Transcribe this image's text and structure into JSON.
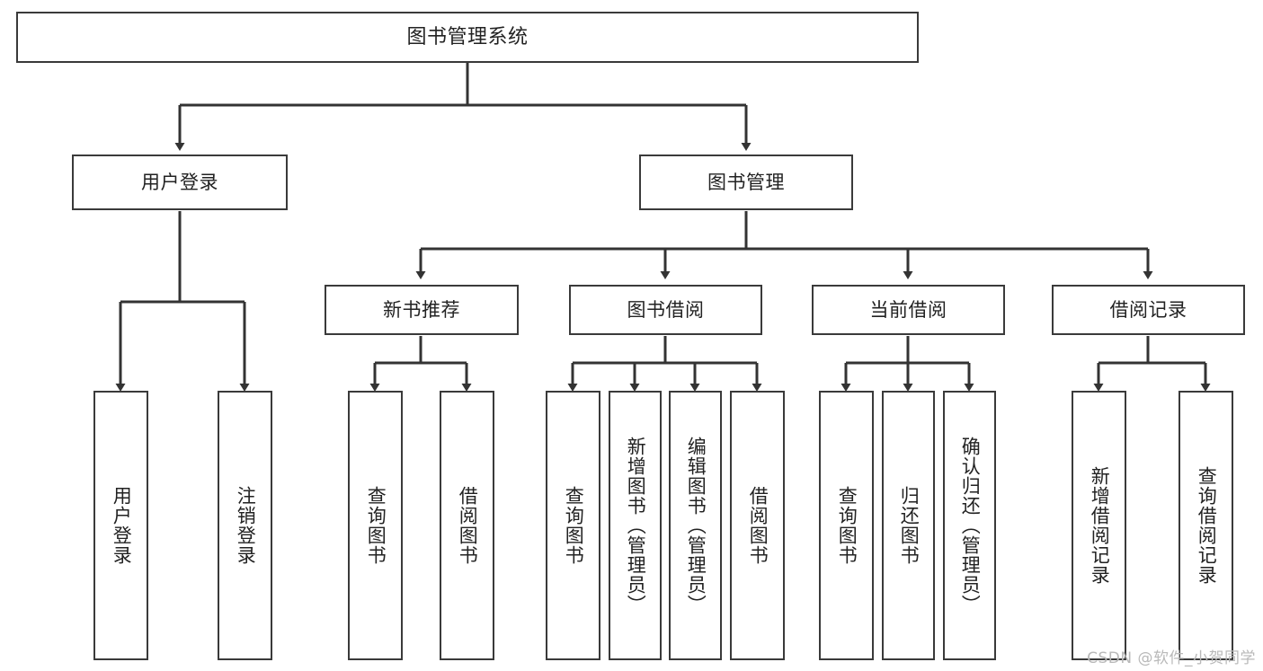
{
  "diagram": {
    "title": "图书管理系统",
    "type": "tree-hierarchy-diagram",
    "watermark": "CSDN @软件_小贺同学",
    "colors": {
      "stroke": "#3a3a3a",
      "fill": "#ffffff",
      "text": "#222222",
      "watermark": "#b9b9b9"
    },
    "root": {
      "label": "图书管理系统"
    },
    "level2": [
      {
        "label": "用户登录"
      },
      {
        "label": "图书管理"
      }
    ],
    "level3": [
      {
        "label": "新书推荐"
      },
      {
        "label": "图书借阅"
      },
      {
        "label": "当前借阅"
      },
      {
        "label": "借阅记录"
      }
    ],
    "leaves": {
      "user_login": [
        {
          "label": "用户登录"
        },
        {
          "label": "注销登录"
        }
      ],
      "new_book_recommend": [
        {
          "label": "查询图书"
        },
        {
          "label": "借阅图书"
        }
      ],
      "book_borrow": [
        {
          "label": "查询图书"
        },
        {
          "label": "新增图书（管理员）"
        },
        {
          "label": "编辑图书（管理员）"
        },
        {
          "label": "借阅图书"
        }
      ],
      "current_borrow": [
        {
          "label": "查询图书"
        },
        {
          "label": "归还图书"
        },
        {
          "label": "确认归还（管理员）"
        }
      ],
      "borrow_record": [
        {
          "label": "新增借阅记录"
        },
        {
          "label": "查询借阅记录"
        }
      ]
    }
  }
}
